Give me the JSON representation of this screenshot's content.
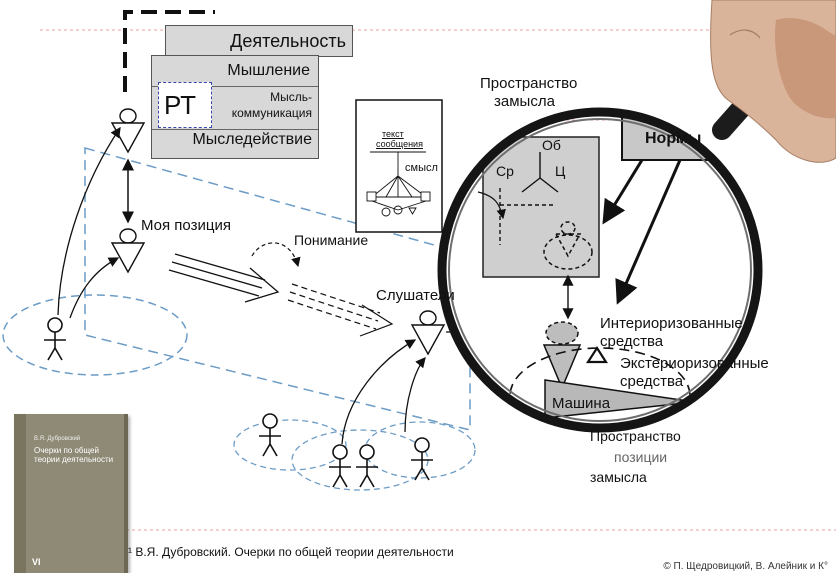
{
  "layers": {
    "activity": "Деятельность",
    "thinking": "Мышление",
    "thought_communication_line1": "Мысль-",
    "thought_communication_line2": "коммуникация",
    "thought_action": "Мыследействие",
    "rt": "РТ"
  },
  "message_card": {
    "text_line1": "текст",
    "text_line2": "сообщения",
    "meaning": "смысл"
  },
  "labels": {
    "my_position": "Моя позиция",
    "understanding": "Понимание",
    "listeners": "Слушатели",
    "plan_space_top_line1": "Пространство",
    "plan_space_top_line2": "замысла",
    "norms": "Нормы",
    "ob": "Об",
    "sr": "Ср",
    "ts": "Ц",
    "internalized_line1": "Интериоризованные",
    "internalized_line2": "средства",
    "externalized_line1": "Экстериоризованные",
    "externalized_line2": "средства",
    "machine": "Машина",
    "plan_space_bottom_line1": "Пространство",
    "plan_space_bottom_line2": "позиции",
    "plan_space_bottom_line3": "замысла"
  },
  "book": {
    "author": "В.Я. Дубровский",
    "title": "Очерки по общей теории деятельности",
    "mark": "VI"
  },
  "footnote": "¹ В.Я. Дубровский. Очерки по общей теории деятельности",
  "copyright": "© П. Щедровицкий, В. Алейник и К°"
}
